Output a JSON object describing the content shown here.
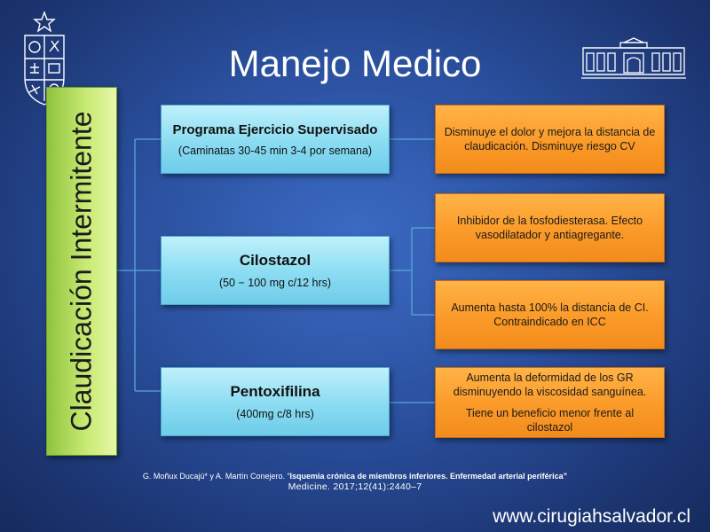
{
  "title": "Manejo Medico",
  "category": "Claudicación Intermitente",
  "treatments": [
    {
      "name": "Programa Ejercicio Supervisado",
      "dose": "(Caminatas 30-45 min 3-4 por semana)",
      "effects": [
        "Disminuye el dolor y mejora la distancia de claudicación. Disminuye riesgo CV"
      ]
    },
    {
      "name": "Cilostazol",
      "dose": "(50 − 100 mg c/12 hrs)",
      "effects": [
        "Inhibidor de la fosfodiesterasa. Efecto vasodilatador y antiagregante.",
        "Aumenta hasta 100% la distancia de CI. Contraindicado en ICC"
      ]
    },
    {
      "name": "Pentoxifilina",
      "dose": "(400mg c/8 hrs)",
      "effects": [
        "Aumenta la deformidad de los GR disminuyendo la viscosidad sanguínea.",
        "Tiene un beneficio menor frente al cilostazol"
      ]
    }
  ],
  "citation": {
    "authors": "G. Moñux Ducajú* y A. Martín Conejero. “",
    "article": "Isquemia crónica de miembros inferiores. Enfermedad arterial periférica”",
    "journal": "Medicine. 2017;12(41):2440–7"
  },
  "website": "www.cirugiahsalvador.cl",
  "colors": {
    "background": "#2a4f9d",
    "category_box": "#c7ea72",
    "treatment_box": "#8adcf2",
    "effect_box": "#fb9a28",
    "connector": "#5aa7d8"
  },
  "icons": {
    "left_logo": "university-seal-icon",
    "right_logo": "building-facade-icon"
  }
}
